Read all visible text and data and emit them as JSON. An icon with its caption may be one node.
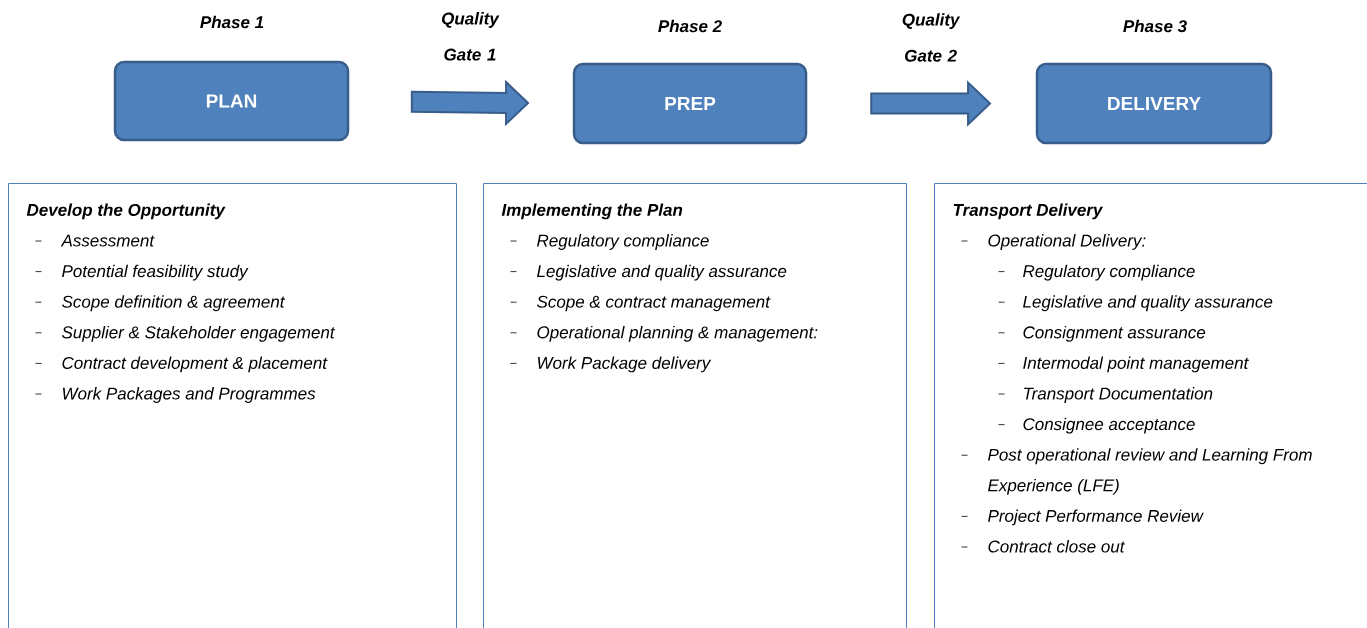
{
  "diagram": {
    "nodes": [
      {
        "text": [
          "PLAN"
        ],
        "beside": [
          "Phase 1"
        ]
      },
      {
        "text": [
          "PREP"
        ],
        "beside": [
          "Phase 2"
        ]
      },
      {
        "text": [
          "DELIVERY"
        ],
        "beside": [
          "Phase 3"
        ]
      },
      {
        "text": [
          "Develop the Opportunity",
          "Assessment",
          "Potential feasibility study",
          "Scope definition & agreement",
          "Supplier & Stakeholder engagement",
          "Contract development & placement",
          "Work Packages and Programmes"
        ]
      },
      {
        "text": [
          "Implementing the Plan",
          "Regulatory compliance",
          "Legislative and quality assurance",
          "Scope & contract management",
          "Operational planning & management:",
          "Work Package delivery"
        ]
      },
      {
        "text": [
          "Transport Delivery",
          "Operational Delivery:",
          "Regulatory compliance",
          "Legislative and quality assurance",
          "Consignment assurance",
          "Intermodal point management",
          "Transport Documentation",
          "Consignee acceptance",
          "Post operational review and Learning From Experience (LFE)",
          "Project Performance Review",
          "Contract close out"
        ]
      }
    ],
    "edges": [
      {
        "from": 0,
        "to": 1,
        "arrow": "to",
        "label": "Quality Gate 1"
      },
      {
        "from": 1,
        "to": 2,
        "arrow": "to",
        "label": "Quality Gate 2"
      }
    ]
  }
}
